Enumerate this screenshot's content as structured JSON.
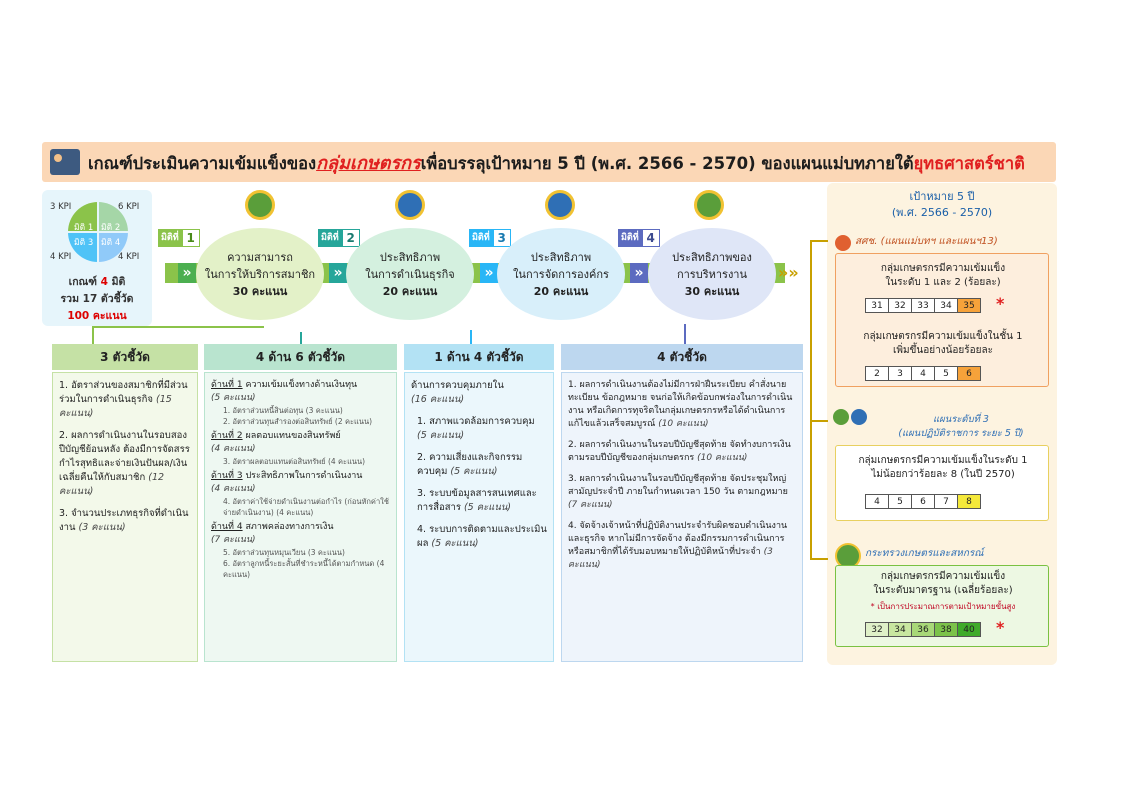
{
  "title": {
    "pre": "เกณฑ์ประเมินความเข้มแข็งของ",
    "group": "กลุ่มเกษตรกร",
    "mid": "เพื่อบรรลุเป้าหมาย 5 ปี (พ.ศ. 2566 - 2570)",
    "bold": " ของแผนแม่บทภายใต้",
    "strategy": "ยุทธศาสตร์ชาติ"
  },
  "kpi": {
    "q1": "3 KPI",
    "q2": "6 KPI",
    "q3": "4 KPI",
    "q4": "4 KPI",
    "m1": "มิติ 1",
    "m2": "มิติ 2",
    "m3": "มิติ 3",
    "m4": "มิติ 4",
    "sum1a": "เกณฑ์ ",
    "sum1b": "4",
    "sum1c": " มิติ",
    "sum2": "รวม 17 ตัวชี้วัด",
    "sum3": "100 คะแนน"
  },
  "dims": [
    {
      "tag": "มิติที่",
      "num": "1",
      "l1": "ความสามารถ",
      "l2": "ในการให้บริการสมาชิก",
      "score": "30 คะแนน"
    },
    {
      "tag": "มิติที่",
      "num": "2",
      "l1": "ประสิทธิภาพ",
      "l2": "ในการดำเนินธุรกิจ",
      "score": "20 คะแนน"
    },
    {
      "tag": "มิติที่",
      "num": "3",
      "l1": "ประสิทธิภาพ",
      "l2": "ในการจัดการองค์กร",
      "score": "20 คะแนน"
    },
    {
      "tag": "มิติที่",
      "num": "4",
      "l1": "ประสิทธิภาพของ",
      "l2": "การบริหารงาน",
      "score": "30 คะแนน"
    }
  ],
  "cols": [
    {
      "header": "3 ตัวชี้วัด"
    },
    {
      "header": "4 ด้าน 6 ตัวชี้วัด"
    },
    {
      "header": "1 ด้าน 4 ตัวชี้วัด"
    },
    {
      "header": "4 ตัวชี้วัด"
    }
  ],
  "c1": {
    "a": "1. อัตราส่วนของสมาชิกที่มีส่วนร่วมในการดำเนินธุรกิจ",
    "as": "(15 คะแนน)",
    "b": "2. ผลการดำเนินงานในรอบสองปีบัญชีย้อนหลัง ต้องมีการจัดสรรกำไรสุทธิและจ่ายเงินปันผล/เงินเฉลี่ยคืนให้กับสมาชิก",
    "bs": "(12 คะแนน)",
    "c": "3. จำนวนประเภทธุรกิจที่ดำเนินงาน",
    "cs": "(3 คะแนน)"
  },
  "c2": {
    "d1": "ด้านที่ 1",
    "d1t": " ความเข้มแข็งทางด้านเงินทุน",
    "d1s": "(5 คะแนน)",
    "d1a": "1. อัตราส่วนหนี้สินต่อทุน (3 คะแนน)",
    "d1b": "2. อัตราส่วนทุนสำรองต่อสินทรัพย์ (2 คะแนน)",
    "d2": "ด้านที่ 2",
    "d2t": " ผลตอบแทนของสินทรัพย์",
    "d2s": "(4 คะแนน)",
    "d2a": "3. อัตราผลตอบแทนต่อสินทรัพย์ (4 คะแนน)",
    "d3": "ด้านที่ 3",
    "d3t": " ประสิทธิภาพในการดำเนินงาน",
    "d3s": "(4 คะแนน)",
    "d3a": "4. อัตราค่าใช้จ่ายดำเนินงานต่อกำไร (ก่อนหักค่าใช้จ่ายดำเนินงาน) (4 คะแนน)",
    "d4": "ด้านที่ 4",
    "d4t": " สภาพคล่องทางการเงิน",
    "d4s": "(7 คะแนน)",
    "d4a": "5. อัตราส่วนทุนหมุนเวียน (3 คะแนน)",
    "d4b": "6. อัตราลูกหนี้ระยะสั้นที่ชำระหนี้ได้ตามกำหนด (4 คะแนน)"
  },
  "c3": {
    "h": "ด้านการควบคุมภายใน",
    "hs": "(16 คะแนน)",
    "a": "1. สภาพแวดล้อมการควบคุม",
    "as": "(5 คะแนน)",
    "b": "2. ความเสี่ยงและกิจกรรมควบคุม",
    "bs": "(5 คะแนน)",
    "c": "3. ระบบข้อมูลสารสนเทศและการสื่อสาร",
    "cs": "(5 คะแนน)",
    "d": "4. ระบบการติดตามและประเมินผล",
    "ds": "(5 คะแนน)"
  },
  "c4": {
    "a": "1. ผลการดำเนินงานต้องไม่มีการฝ่าฝืนระเบียบ คำสั่งนายทะเบียน ข้อกฎหมาย จนก่อให้เกิดข้อบกพร่องในการดำเนินงาน หรือเกิดการทุจริตในกลุ่มเกษตรกรหรือได้ดำเนินการแก้ไขแล้วเสร็จสมบูรณ์",
    "as": "(10 คะแนน)",
    "b": "2. ผลการดำเนินงานในรอบปีบัญชีสุดท้าย จัดทำงบการเงินตามรอบปีบัญชีของกลุ่มเกษตรกร",
    "bs": "(10 คะแนน)",
    "c": "3. ผลการดำเนินงานในรอบปีบัญชีสุดท้าย จัดประชุมใหญ่สามัญประจำปี ภายในกำหนดเวลา 150 วัน ตามกฎหมาย",
    "cs": "(7 คะแนน)",
    "d": "4. จัดจ้างเจ้าหน้าที่ปฏิบัติงานประจำรับผิดชอบดำเนินงานและธุรกิจ หากไม่มีการจัดจ้าง ต้องมีกรรมการดำเนินการ หรือสมาชิกที่ได้รับมอบหมายให้ปฏิบัติหน้าที่ประจำ",
    "ds": "(3 คะแนน)"
  },
  "right": {
    "goal1": "เป้าหมาย 5 ปี",
    "goal2": "(พ.ศ. 2566 - 2570)",
    "p1": "สศช. (แผนแม่บทฯ และแผนฯ13)",
    "b1t1": "กลุ่มเกษตรกรมีความเข้มแข็ง",
    "b1t2": "ในระดับ 1 และ 2 (ร้อยละ)",
    "row1": [
      "31",
      "32",
      "33",
      "34",
      "35"
    ],
    "b1t3": "กลุ่มเกษตรกรมีความเข้มแข็งในชั้น 1",
    "b1t4": "เพิ่มขึ้นอย่างน้อยร้อยละ",
    "row2": [
      "2",
      "3",
      "4",
      "5",
      "6"
    ],
    "p2a": "แผนระดับที่ 3",
    "p2b": "(แผนปฏิบัติราชการ ระยะ 5 ปี)",
    "b2t1": "กลุ่มเกษตรกรมีความเข้มแข็งในระดับ 1",
    "b2t2": "ไม่น้อยกว่าร้อยละ 8 (ในปี 2570)",
    "row3": [
      "4",
      "5",
      "6",
      "7",
      "8"
    ],
    "p3": "กระทรวงเกษตรและสหกรณ์",
    "b3t1": "กลุ่มเกษตรกรมีความเข้มแข็ง",
    "b3t2": "ในระดับมาตรฐาน (เฉลี่ยร้อยละ)",
    "b3note": "* เป็นการประมาณการตามเป้าหมายขั้นสูง",
    "row4": [
      "32",
      "34",
      "36",
      "38",
      "40"
    ],
    "star": "*"
  }
}
